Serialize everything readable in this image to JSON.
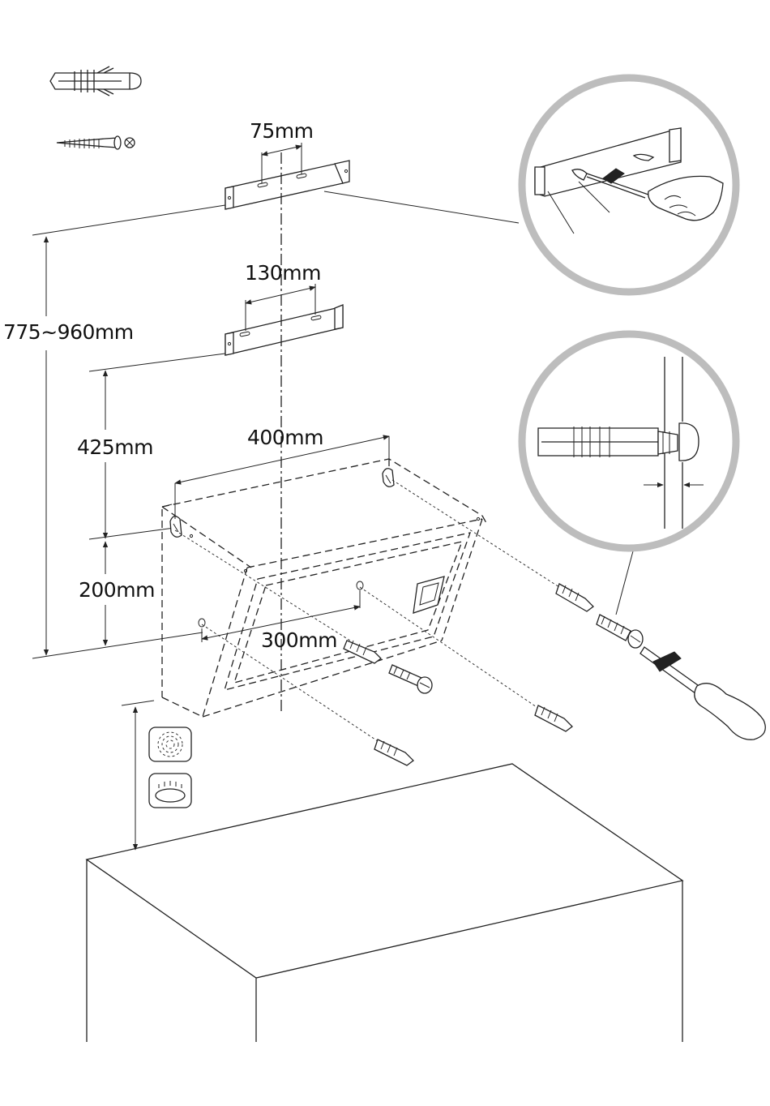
{
  "dimensions": {
    "bracket_small_spacing": "75mm",
    "bracket_large_spacing": "130mm",
    "total_height_range": "775~960mm",
    "height_upper": "425mm",
    "height_lower": "200mm",
    "hood_width": "400mm",
    "lower_hole_spacing": "300mm"
  },
  "parts": {
    "wall_plug_icon": "wall-plug",
    "screw_icon": "screw",
    "electric_hob_icon": "electric-hob",
    "gas_hob_icon": "gas-hob"
  },
  "colors": {
    "line": "#222222",
    "detail_circle": "#bdbdbd",
    "background": "#ffffff"
  }
}
